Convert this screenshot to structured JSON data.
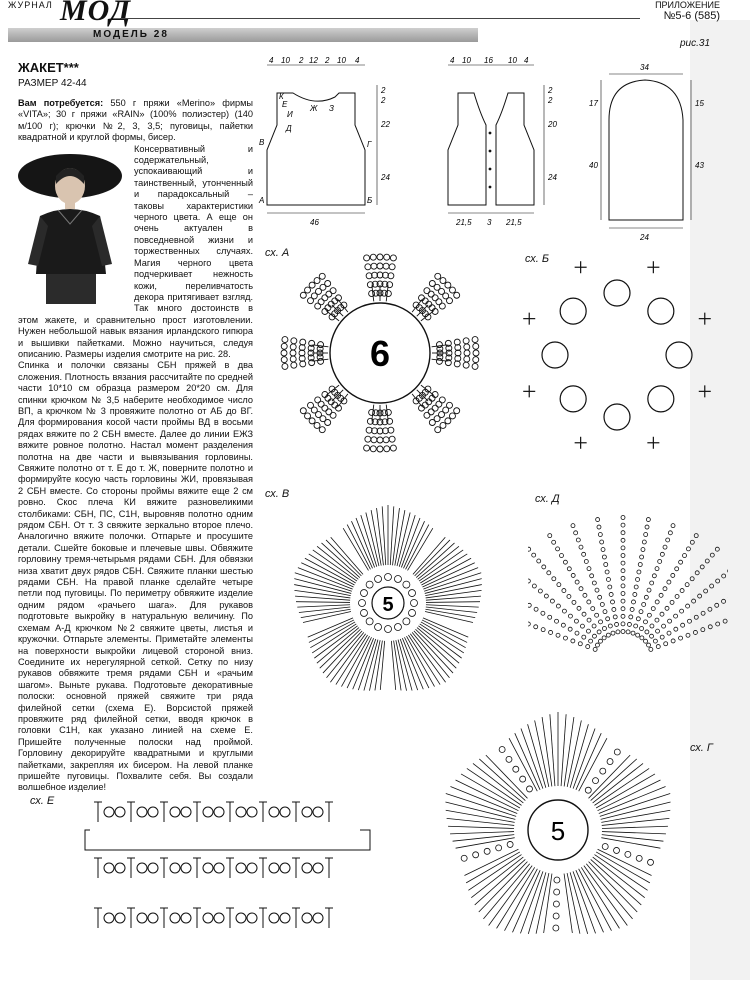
{
  "header": {
    "journal": "ЖУРНАЛ",
    "logo": "МОД",
    "appendix": "ПРИЛОЖЕНИЕ",
    "issue": "№5-6 (585)",
    "model": "МОДЕЛЬ 28"
  },
  "figure_label": "рис.31",
  "article": {
    "title": "ЖАКЕТ***",
    "size": "РАЗМЕР 42-44",
    "needs_label": "Вам потребуется:",
    "needs_text": " 550 г пряжи «Merino» фирмы «VITA»; 30 г пряжи «RAIN» (100% полиэстер) (140 м/100 г); крючки №2, 3, 3,5; пуговицы, пайетки квадратной и круглой формы, бисер.",
    "intro": "Консервативный и содержательный, успокаивающий и таинственный, утонченный и парадоксальный – таковы характеристики черного цвета. А еще он очень актуален в повседневной жизни и торжественных случаях. Магия черного цвета подчеркивает нежность кожи, переливчатость декора притягивает взгляд. Так много достоинств в этом жакете, и сравнительно прост изготовлении. Нужен небольшой навык вязания ирландского гипюра и вышивки пайетками. Можно научиться, следуя описанию. Размеры изделия смотрите на рис. 28.",
    "body": "Спинка и полочки связаны СБН пряжей в два сложения. Плотность вязания рассчитайте по средней части 10*10 см образца размером 20*20 см. Для спинки крючком № 3,5 наберите необходимое число ВП, а крючком № 3 провяжите полотно от АБ до ВГ. Для формирования косой части проймы ВД в восьми рядах вяжите по 2 СБН вместе. Далее до линии ЕЖЗ вяжите ровное полотно. Настал момент разделения полотна на две части и вывязывания горловины. Свяжите полотно от т. Е до т. Ж, поверните полотно и формируйте косую часть горловины ЖИ, провязывая 2 СБН вместе. Со стороны проймы вяжите еще 2 см ровно. Скос плеча КИ вяжите разновеликими столбиками: СБН, ПС, С1Н, выровняв полотно одним рядом СБН. От т. З свяжите зеркально второе плечо. Аналогично вяжите полочки. Отпарьте и просушите детали. Сшейте боковые и плечевые швы. Обвяжите горловину тремя-четырьмя рядами СБН. Для обвязки низа хватит двух рядов СБН. Свяжите планки шестью рядами СБН. На правой планке сделайте четыре петли под пуговицы. По периметру обвяжите изделие одним рядом «рачьего шага». Для рукавов подготовьте выкройку в натуральную величину. По схемам А-Д крючком №2 свяжите цветы, листья и кружочки. Отпарьте элементы. Приметайте элементы на поверхности выкройки лицевой стороной вниз. Соедините их нерегулярной сеткой. Сетку по низу рукавов обвяжите тремя рядами СБН и «рачьим шагом». Выньте рукава. Подготовьте декоративные полоски: основной пряжей свяжите три ряда филейной сетки (схема Е). Ворсистой пряжей провяжите ряд филейной сетки, вводя крючок в головки С1Н, как указано линией на схеме Е. Пришейте полученные полоски над проймой. Горловину декорируйте квадратными и круглыми пайетками, закрепляя их бисером. На левой планке пришейте пуговицы. Похвалите себя. Вы создали волшебное изделие!"
  },
  "back_pattern": {
    "top_dims": [
      "4",
      "10",
      "2",
      "12",
      "2",
      "10",
      "4"
    ],
    "letters": [
      "К",
      "Е",
      "Ж",
      "З",
      "И",
      "Д",
      "В",
      "Г",
      "А",
      "Б"
    ],
    "right_dims": [
      "2",
      "2",
      "22",
      "24"
    ],
    "bottom": "46"
  },
  "front_pattern": {
    "top_dims": [
      "4",
      "10",
      "16",
      "10",
      "4"
    ],
    "right_dims": [
      "2",
      "2",
      "20",
      "24"
    ],
    "bottom": [
      "21,5",
      "3",
      "21,5"
    ]
  },
  "sleeve_pattern": {
    "top": "34",
    "left_dims": [
      "17",
      "40"
    ],
    "right_dims": [
      "15",
      "43"
    ],
    "bottom": "24"
  },
  "schemes": {
    "a": "сх. А",
    "b": "сх. Б",
    "v": "сх. В",
    "d": "сх. Д",
    "g": "сх. Г",
    "e": "сх. Е",
    "a_center": "6",
    "v_center": "5",
    "g_center": "5"
  }
}
